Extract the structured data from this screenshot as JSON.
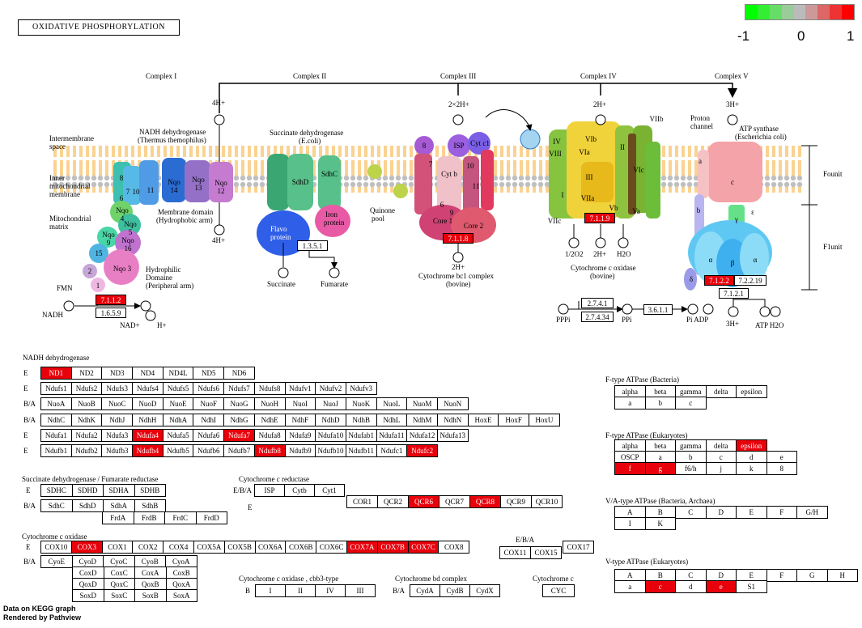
{
  "title": "OXIDATIVE PHOSPHORYLATION",
  "legend": {
    "min": "-1",
    "mid": "0",
    "max": "1",
    "colors": [
      "#00ff00",
      "#33ee33",
      "#66dd66",
      "#99cc99",
      "#bbbbbb",
      "#cc9999",
      "#dd6666",
      "#ee3333",
      "#ff0000"
    ]
  },
  "footer": {
    "line1": "Data on KEGG graph",
    "line2": "Rendered by Pathview"
  },
  "diagram": {
    "complexes": [
      "Complex I",
      "Complex II",
      "Complex III",
      "Complex IV",
      "Complex V"
    ],
    "labels": {
      "intermembrane": [
        "Intermembrane",
        "space"
      ],
      "inner": [
        "Inner",
        "mitochondrial",
        "membrane"
      ],
      "matrix": [
        "Mitochondrial",
        "matrix"
      ],
      "nadh_dh": [
        "NADH dehydrogenase",
        "(Thermus themophilus)"
      ],
      "membrane_domain": [
        "Membrane domain",
        "(Hydrophobic arm)"
      ],
      "hydrophilic": [
        "Hydrophilic",
        "Domaine",
        "(Peripheral arm)"
      ],
      "fmn": "FMN",
      "succ_dh": [
        "Succinate dehydrogenase",
        "(E.coli)"
      ],
      "quinone": [
        "Quinone",
        "pool"
      ],
      "flavo": [
        "Flavo",
        "protein"
      ],
      "iron": [
        "Iron",
        "protein"
      ],
      "succinate": "Succinate",
      "fumarate": "Fumarate",
      "cyt_bc1": [
        "Cytochrome bc1 complex",
        "(bovine)"
      ],
      "cyt_c_ox": [
        "Cytochrome c oxidase",
        "(bovine)"
      ],
      "proton_channel": [
        "Proton",
        "channel"
      ],
      "atp_synthase": [
        "ATP synthase",
        "(Escherichia coli)"
      ],
      "fo_unit": "Founit",
      "f1_unit": "F1unit",
      "nadh": "NADH",
      "nad_h": "NAD+",
      "h_plus": "H+",
      "four_h_top": "4H+",
      "four_h_bottom": "4H+",
      "two_h_top": "2×2H+",
      "two_h_bottom": "2H+",
      "two_h_iv_top": "2H+",
      "half_o2": "1/2O2",
      "two_h_iv": "2H+",
      "h2o": "H2O",
      "three_h_top": "3H+",
      "three_h_bottom": "3H+",
      "pppi": "PPPi",
      "ppi": "PPi",
      "pi_adp": "Pi ADP",
      "atp_h2o": "ATP H2O",
      "sub_nqo": [
        "8",
        "7",
        "10",
        "11",
        "Nqo 14",
        "Nqo 13",
        "Nqo 12",
        "6",
        "Nqo 4",
        "Nqo 5",
        "Nqo 9",
        "Nqo 16",
        "Nqo 3",
        "15",
        "2",
        "1"
      ],
      "sub_sdh": [
        "SdhD",
        "SdhC"
      ],
      "sub_bc1": [
        "8",
        "ISP",
        "Cyt c1",
        "Cyt b",
        "7",
        "10",
        "11",
        "6",
        "9",
        "Core 1",
        "Core 2"
      ],
      "sub_ox": [
        "IV",
        "VIII",
        "VIb",
        "VIa",
        "III",
        "I",
        "II",
        "VIIb",
        "VIc",
        "VIIa",
        "VIIc",
        "Vb",
        "Va"
      ],
      "sub_atp": [
        "a",
        "c",
        "b",
        "δ",
        "γ",
        "ε",
        "α",
        "β",
        "α"
      ]
    },
    "ec_nodes": [
      {
        "id": "ec-7-1-1-2",
        "label": "7.1.1.2",
        "red": true
      },
      {
        "id": "ec-1-6-5-9",
        "label": "1.6.5.9",
        "red": false
      },
      {
        "id": "ec-1-3-5-1",
        "label": "1.3.5.1",
        "red": false
      },
      {
        "id": "ec-7-1-1-8",
        "label": "7.1.1.8",
        "red": true
      },
      {
        "id": "ec-7-1-1-9",
        "label": "7.1.1.9",
        "red": true
      },
      {
        "id": "ec-2-7-4-1",
        "label": "2.7.4.1",
        "red": false
      },
      {
        "id": "ec-2-7-4-34",
        "label": "2.7.4.34",
        "red": false
      },
      {
        "id": "ec-3-6-1-1",
        "label": "3.6.1.1",
        "red": false
      },
      {
        "id": "ec-7-1-2-2",
        "label": "7.1.2.2",
        "red": true
      },
      {
        "id": "ec-7-2-2-19",
        "label": "7.2.2.19",
        "red": false
      },
      {
        "id": "ec-7-1-2-1",
        "label": "7.1.2.1",
        "red": false
      }
    ]
  },
  "genes": {
    "nadh_title": "NADH dehydrogenase",
    "nadh_rows": [
      {
        "label": "E",
        "cells": [
          [
            "ND1",
            1
          ],
          [
            "ND2",
            0
          ],
          [
            "ND3",
            0
          ],
          [
            "ND4",
            0
          ],
          [
            "ND4L",
            0
          ],
          [
            "ND5",
            0
          ],
          [
            "ND6",
            0
          ]
        ]
      },
      {
        "label": "E",
        "cells": [
          [
            "Ndufs1",
            0
          ],
          [
            "Ndufs2",
            0
          ],
          [
            "Ndufs3",
            0
          ],
          [
            "Ndufs4",
            0
          ],
          [
            "Ndufs5",
            0
          ],
          [
            "Ndufs6",
            0
          ],
          [
            "Ndufs7",
            0
          ],
          [
            "Ndufs8",
            0
          ],
          [
            "Ndufv1",
            0
          ],
          [
            "Ndufv2",
            0
          ],
          [
            "Ndufv3",
            0
          ]
        ]
      },
      {
        "label": "B/A",
        "cells": [
          [
            "NuoA",
            0
          ],
          [
            "NuoB",
            0
          ],
          [
            "NuoC",
            0
          ],
          [
            "NuoD",
            0
          ],
          [
            "NuoE",
            0
          ],
          [
            "NuoF",
            0
          ],
          [
            "NuoG",
            0
          ],
          [
            "NuoH",
            0
          ],
          [
            "NuoI",
            0
          ],
          [
            "NuoJ",
            0
          ],
          [
            "NuoK",
            0
          ],
          [
            "NuoL",
            0
          ],
          [
            "NuoM",
            0
          ],
          [
            "NuoN",
            0
          ]
        ]
      },
      {
        "label": "B/A",
        "cells": [
          [
            "NdhC",
            0
          ],
          [
            "NdhK",
            0
          ],
          [
            "NdhJ",
            0
          ],
          [
            "NdhH",
            0
          ],
          [
            "NdhA",
            0
          ],
          [
            "NdhI",
            0
          ],
          [
            "NdhG",
            0
          ],
          [
            "NdhE",
            0
          ],
          [
            "NdhF",
            0
          ],
          [
            "NdhD",
            0
          ],
          [
            "NdhB",
            0
          ],
          [
            "NdhL",
            0
          ],
          [
            "NdhM",
            0
          ],
          [
            "NdhN",
            0
          ],
          [
            "HoxE",
            0
          ],
          [
            "HoxF",
            0
          ],
          [
            "HoxU",
            0
          ]
        ]
      },
      {
        "label": "E",
        "cells": [
          [
            "Ndufa1",
            0
          ],
          [
            "Ndufa2",
            0
          ],
          [
            "Ndufa3",
            0
          ],
          [
            "Ndufa4",
            1
          ],
          [
            "Ndufa5",
            0
          ],
          [
            "Ndufa6",
            0
          ],
          [
            "Ndufa7",
            1
          ],
          [
            "Ndufa8",
            0
          ],
          [
            "Ndufa9",
            0
          ],
          [
            "Ndufa10",
            0
          ],
          [
            "Ndufab1",
            0
          ],
          [
            "Ndufa11",
            0
          ],
          [
            "Ndufa12",
            0
          ],
          [
            "Ndufa13",
            0
          ]
        ]
      },
      {
        "label": "E",
        "cells": [
          [
            "Ndufb1",
            0
          ],
          [
            "Ndufb2",
            0
          ],
          [
            "Ndufb3",
            0
          ],
          [
            "Ndufb4",
            1
          ],
          [
            "Ndufb5",
            0
          ],
          [
            "Ndufb6",
            0
          ],
          [
            "Ndufb7",
            0
          ],
          [
            "Ndufb8",
            1
          ],
          [
            "Ndufb9",
            0
          ],
          [
            "Ndufb10",
            0
          ],
          [
            "Ndufb11",
            0
          ],
          [
            "Ndufc1",
            0
          ],
          [
            "Ndufc2",
            1
          ]
        ]
      }
    ],
    "succ_title": "Succinate dehydrogenase / Fumarate reductase",
    "succ_rows": [
      {
        "label": "E",
        "cells": [
          [
            "SDHC",
            0
          ],
          [
            "SDHD",
            0
          ],
          [
            "SDHA",
            0
          ],
          [
            "SDHB",
            0
          ]
        ]
      },
      {
        "label": "B/A",
        "cells": [
          [
            "SdhC",
            0
          ],
          [
            "SdhD",
            0
          ],
          [
            "SdhA",
            0
          ],
          [
            "SdhB",
            0
          ]
        ]
      },
      {
        "label": "",
        "cells": [
          [
            "FrdA",
            0
          ],
          [
            "FrdB",
            0
          ],
          [
            "FrdC",
            0
          ],
          [
            "FrdD",
            0
          ]
        ]
      }
    ],
    "cytc_red_title": "Cytochrome c reductase",
    "cytc_red_rows": [
      {
        "label": "E/B/A",
        "cells": [
          [
            "ISP",
            0
          ],
          [
            "Cytb",
            0
          ],
          [
            "Cyt1",
            0
          ]
        ]
      },
      {
        "label": "E",
        "cells": [
          [
            "COR1",
            0
          ],
          [
            "QCR2",
            0
          ],
          [
            "QCR6",
            1
          ],
          [
            "QCR7",
            0
          ],
          [
            "QCR8",
            1
          ],
          [
            "QCR9",
            0
          ],
          [
            "QCR10",
            0
          ]
        ]
      }
    ],
    "cox_title": "Cytochrome c oxidase",
    "cox_row_e1": {
      "label": "E",
      "cells": [
        [
          "COX10",
          0
        ],
        [
          "COX3",
          1
        ],
        [
          "COX1",
          0
        ],
        [
          "COX2",
          0
        ],
        [
          "COX4",
          0
        ],
        [
          "COX5A",
          0
        ],
        [
          "COX5B",
          0
        ],
        [
          "COX6A",
          0
        ],
        [
          "COX6B",
          0
        ],
        [
          "COX6C",
          0
        ],
        [
          "COX7A",
          1
        ],
        [
          "COX7B",
          1
        ],
        [
          "COX7C",
          1
        ],
        [
          "COX8",
          0
        ]
      ]
    },
    "cox_row_e2": {
      "label": "E/B/A",
      "cells": [
        [
          "COX11",
          0
        ],
        [
          "COX15",
          0
        ]
      ]
    },
    "cox_row_e3": {
      "cells": [
        [
          "COX17",
          0
        ]
      ]
    },
    "cox_rows_ba": [
      {
        "label": "B/A",
        "cells": [
          [
            "CyoE",
            0
          ],
          [
            "CyoD",
            0
          ],
          [
            "CyoC",
            0
          ],
          [
            "CyoB",
            0
          ],
          [
            "CyoA",
            0
          ]
        ]
      },
      {
        "label": "",
        "cells": [
          [
            "CoxD",
            0
          ],
          [
            "CoxC",
            0
          ],
          [
            "CoxA",
            0
          ],
          [
            "CoxB",
            0
          ]
        ]
      },
      {
        "label": "",
        "cells": [
          [
            "QoxD",
            0
          ],
          [
            "QoxC",
            0
          ],
          [
            "QoxB",
            0
          ],
          [
            "QoxA",
            0
          ]
        ]
      },
      {
        "label": "",
        "cells": [
          [
            "SoxD",
            0
          ],
          [
            "SoxC",
            0
          ],
          [
            "SoxB",
            0
          ],
          [
            "SoxA",
            0
          ]
        ]
      }
    ],
    "cbb3_title": "Cytochrome c oxidase , cbb3-type",
    "cbb3_row": {
      "label": "B",
      "cells": [
        [
          "I",
          0
        ],
        [
          "II",
          0
        ],
        [
          "IV",
          0
        ],
        [
          "III",
          0
        ]
      ]
    },
    "bd_title": "Cytochrome bd complex",
    "bd_row": {
      "label": "B/A",
      "cells": [
        [
          "CydA",
          0
        ],
        [
          "CydB",
          0
        ],
        [
          "CydX",
          0
        ]
      ]
    },
    "cytc_title": "Cytochrome c",
    "cytc_row": {
      "cells": [
        [
          "CYC",
          0
        ]
      ]
    },
    "fatp_b_title": "F-type ATPase (Bacteria)",
    "fatp_b_rows": [
      {
        "cells": [
          [
            "alpha",
            0
          ],
          [
            "beta",
            0
          ],
          [
            "gamma",
            0
          ],
          [
            "delta",
            0
          ],
          [
            "epsilon",
            0
          ]
        ]
      },
      {
        "cells": [
          [
            "a",
            0
          ],
          [
            "b",
            0
          ],
          [
            "c",
            0
          ]
        ]
      }
    ],
    "fatp_e_title": "F-type ATPase (Eukaryotes)",
    "fatp_e_rows": [
      {
        "cells": [
          [
            "alpha",
            0
          ],
          [
            "beta",
            0
          ],
          [
            "gamma",
            0
          ],
          [
            "delta",
            0
          ],
          [
            "epsilon",
            1
          ]
        ]
      },
      {
        "cells": [
          [
            "OSCP",
            0
          ],
          [
            "a",
            0
          ],
          [
            "b",
            0
          ],
          [
            "c",
            0
          ],
          [
            "d",
            0
          ],
          [
            "e",
            0
          ]
        ]
      },
      {
        "cells": [
          [
            "f",
            1
          ],
          [
            "g",
            1
          ],
          [
            "f6/h",
            0
          ],
          [
            "j",
            0
          ],
          [
            "k",
            0
          ],
          [
            "8",
            0
          ]
        ]
      }
    ],
    "va_title": "V/A-type ATPase (Bacteria, Archaea)",
    "va_rows": [
      {
        "cells": [
          [
            "A",
            0
          ],
          [
            "B",
            0
          ],
          [
            "C",
            0
          ],
          [
            "D",
            0
          ],
          [
            "E",
            0
          ],
          [
            "F",
            0
          ],
          [
            "G/H",
            0
          ]
        ]
      },
      {
        "cells": [
          [
            "I",
            0
          ],
          [
            "K",
            0
          ]
        ]
      }
    ],
    "v_title": "V-type ATPase (Eukaryotes)",
    "v_rows": [
      {
        "cells": [
          [
            "A",
            0
          ],
          [
            "B",
            0
          ],
          [
            "C",
            0
          ],
          [
            "D",
            0
          ],
          [
            "E",
            0
          ],
          [
            "F",
            0
          ],
          [
            "G",
            0
          ],
          [
            "H",
            0
          ]
        ]
      },
      {
        "cells": [
          [
            "a",
            0
          ],
          [
            "c",
            1
          ],
          [
            "d",
            0
          ],
          [
            "e",
            1
          ],
          [
            "S1",
            0
          ]
        ]
      }
    ]
  }
}
